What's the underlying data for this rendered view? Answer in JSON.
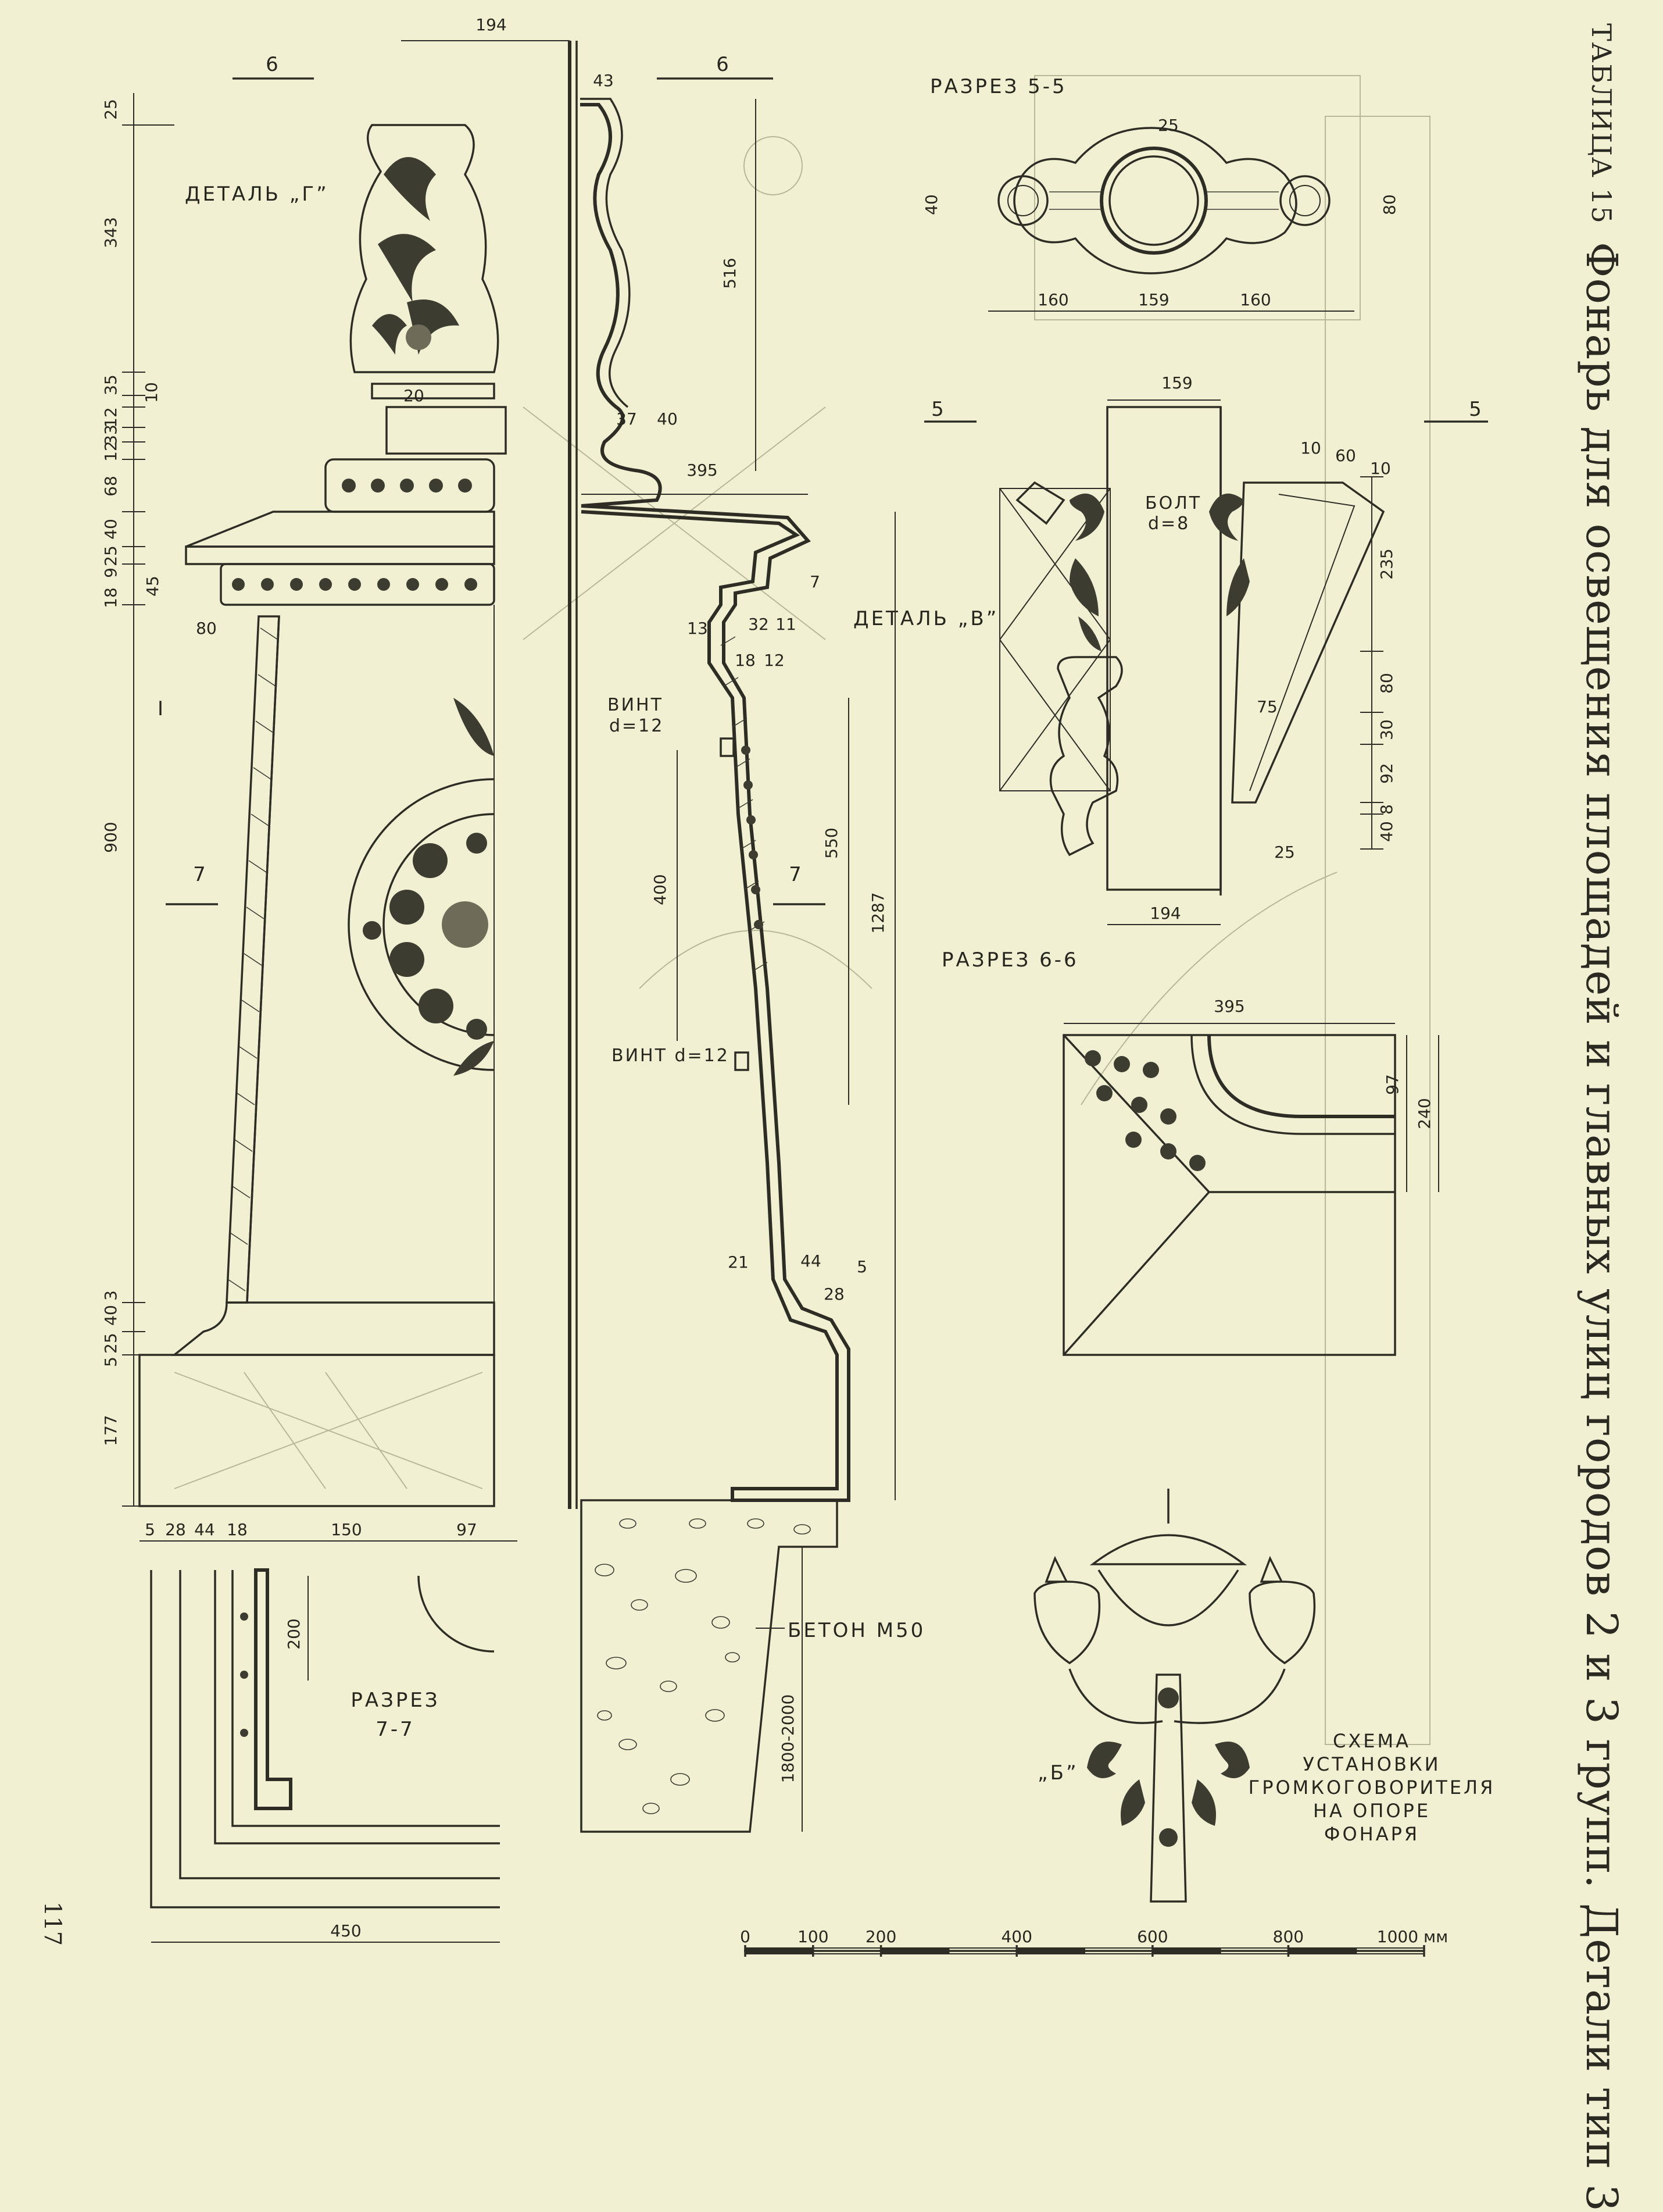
{
  "title": {
    "table_no": "ТАБЛИЦА 15",
    "text": "Фонарь для освещения площадей и главных улиц городов 2 и 3 групп. Детали тип 3"
  },
  "page_number": "117",
  "labels": {
    "detail_g": "ДЕТАЛЬ „Г”",
    "detail_v": "ДЕТАЛЬ „В”",
    "section_55": "РАЗРЕЗ 5-5",
    "section_66": "РАЗРЕЗ 6-6",
    "section_77_a": "РАЗРЕЗ",
    "section_77_b": "7-7",
    "bolt_a": "БОЛТ",
    "bolt_b": "d=8",
    "screw1_a": "ВИНТ",
    "screw1_b": "d=12",
    "screw2": "ВИНТ d=12",
    "concrete": "БЕТОН М50",
    "depth": "1800-2000",
    "b_label": "„Б”",
    "scheme": [
      "СХЕМА",
      "УСТАНОВКИ",
      "ГРОМКОГОВОРИТЕЛЯ",
      "НА ОПОРЕ",
      "ФОНАРЯ"
    ],
    "cut_marks": {
      "six": "6",
      "five": "5",
      "seven": "7",
      "one": "I"
    }
  },
  "dims_left": [
    "25",
    "343",
    "35",
    "10",
    "12",
    "33",
    "12",
    "68",
    "40",
    "25",
    "9",
    "18",
    "45",
    "900",
    "3",
    "40",
    "25",
    "5",
    "177"
  ],
  "dims_top": {
    "w194": "194",
    "w43": "43"
  },
  "dims_misc": {
    "d516": "516",
    "d37": "37",
    "d40": "40",
    "d20": "20",
    "d395": "395",
    "d80": "80",
    "d7": "7",
    "d13": "13",
    "d32": "32",
    "d11": "11",
    "d18": "18",
    "d12": "12",
    "d400": "400",
    "d550": "550",
    "d1287": "1287",
    "d21": "21",
    "d44": "44",
    "d5": "5",
    "d28": "28"
  },
  "dims_55": {
    "d25": "25",
    "d40": "40",
    "d80": "80",
    "d160a": "160",
    "d159": "159",
    "d160b": "160"
  },
  "dims_66": {
    "d159": "159",
    "d10a": "10",
    "d60": "60",
    "d10b": "10",
    "d235": "235",
    "d80": "80",
    "d75": "75",
    "d30": "30",
    "d92": "92",
    "d8": "8",
    "d40": "40",
    "d25": "25",
    "d194": "194"
  },
  "dims_corner": {
    "d395": "395",
    "d97": "97",
    "d240": "240"
  },
  "dims_77": {
    "d5": "5",
    "d28": "28",
    "d44": "44",
    "d18": "18",
    "d150": "150",
    "d97": "97",
    "d200": "200",
    "d450": "450"
  },
  "scale": {
    "ticks": [
      "0",
      "100",
      "200",
      "400",
      "600",
      "800",
      "1000"
    ],
    "unit_label": "1000 мм",
    "values": [
      0,
      100,
      200,
      400,
      600,
      800,
      1000
    ]
  }
}
